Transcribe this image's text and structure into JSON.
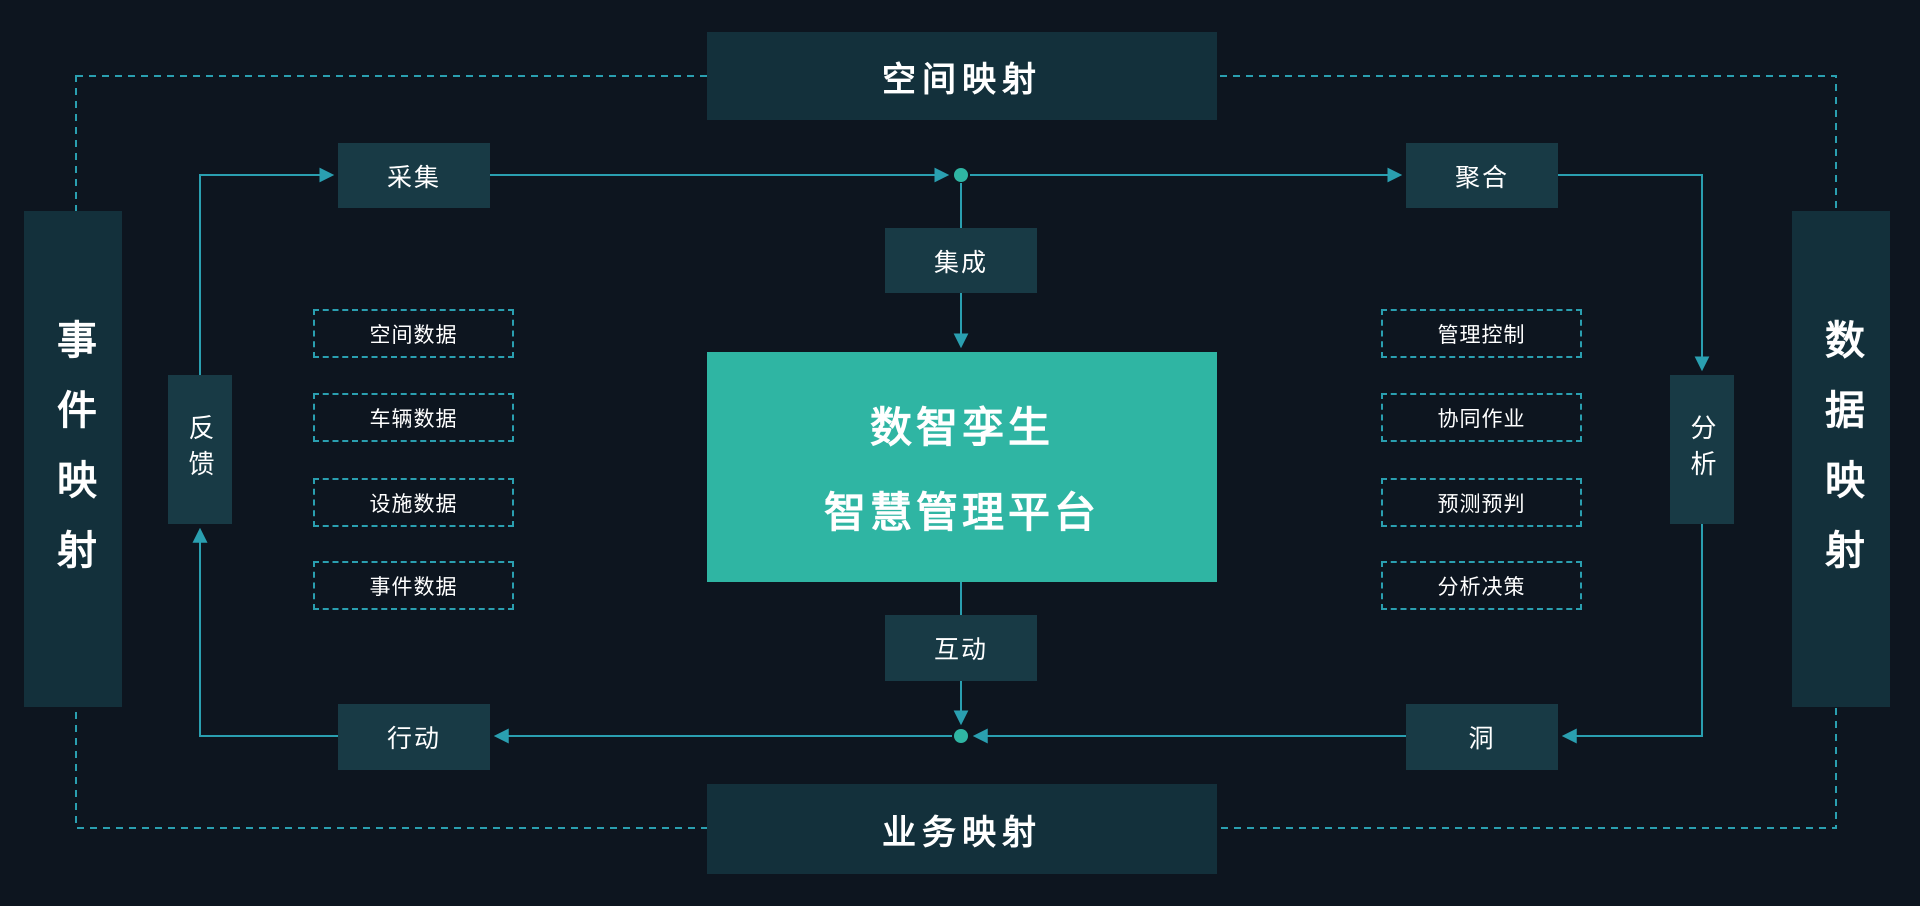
{
  "theme": {
    "background": "#0d151f",
    "mapping_fill": "#13303b",
    "node_fill": "#183a45",
    "center_fill": "#2fb5a3",
    "line_accent": "#2a9fb0",
    "dot_accent": "#2fb5a3",
    "text_color": "#ffffff"
  },
  "mappings": {
    "top": {
      "label": "空间映射"
    },
    "bottom": {
      "label": "业务映射"
    },
    "left": {
      "label": "事件映射"
    },
    "right": {
      "label": "数据映射"
    }
  },
  "center_platform": {
    "line1": "数智孪生",
    "line2": "智慧管理平台"
  },
  "flow_nodes": {
    "collect": "采集",
    "aggregate": "聚合",
    "integrate": "集成",
    "interact": "互动",
    "feedback": "反馈",
    "analyze": "分析",
    "act": "行动",
    "insight": "洞"
  },
  "data_items_left": [
    "空间数据",
    "车辆数据",
    "设施数据",
    "事件数据"
  ],
  "capability_items_right": [
    "管理控制",
    "协同作业",
    "预测预判",
    "分析决策"
  ]
}
